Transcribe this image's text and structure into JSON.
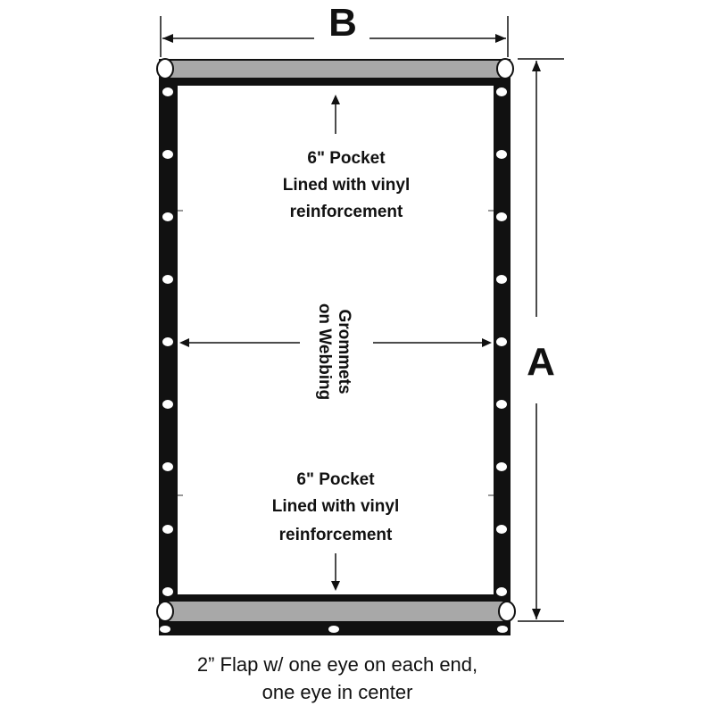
{
  "dimensions": {
    "width_label": "B",
    "height_label": "A"
  },
  "top_pocket": {
    "lines": [
      "6\" Pocket",
      "Lined with vinyl",
      "reinforcement"
    ]
  },
  "bottom_pocket": {
    "lines": [
      "6\" Pocket",
      "Lined with vinyl",
      "reinforcement"
    ]
  },
  "webbing": {
    "lines": [
      "Grommets",
      "on Webbing"
    ]
  },
  "caption": {
    "lines": [
      "2” Flap w/ one eye on each end,",
      "one eye in center"
    ]
  },
  "grommets": {
    "left_side_count": 9,
    "right_side_count": 9,
    "bottom_flap_count": 3
  },
  "colors": {
    "border": "#111111",
    "pocket_fill": "#a8a8a8",
    "grommet": "#ffffff",
    "background": "#ffffff"
  }
}
